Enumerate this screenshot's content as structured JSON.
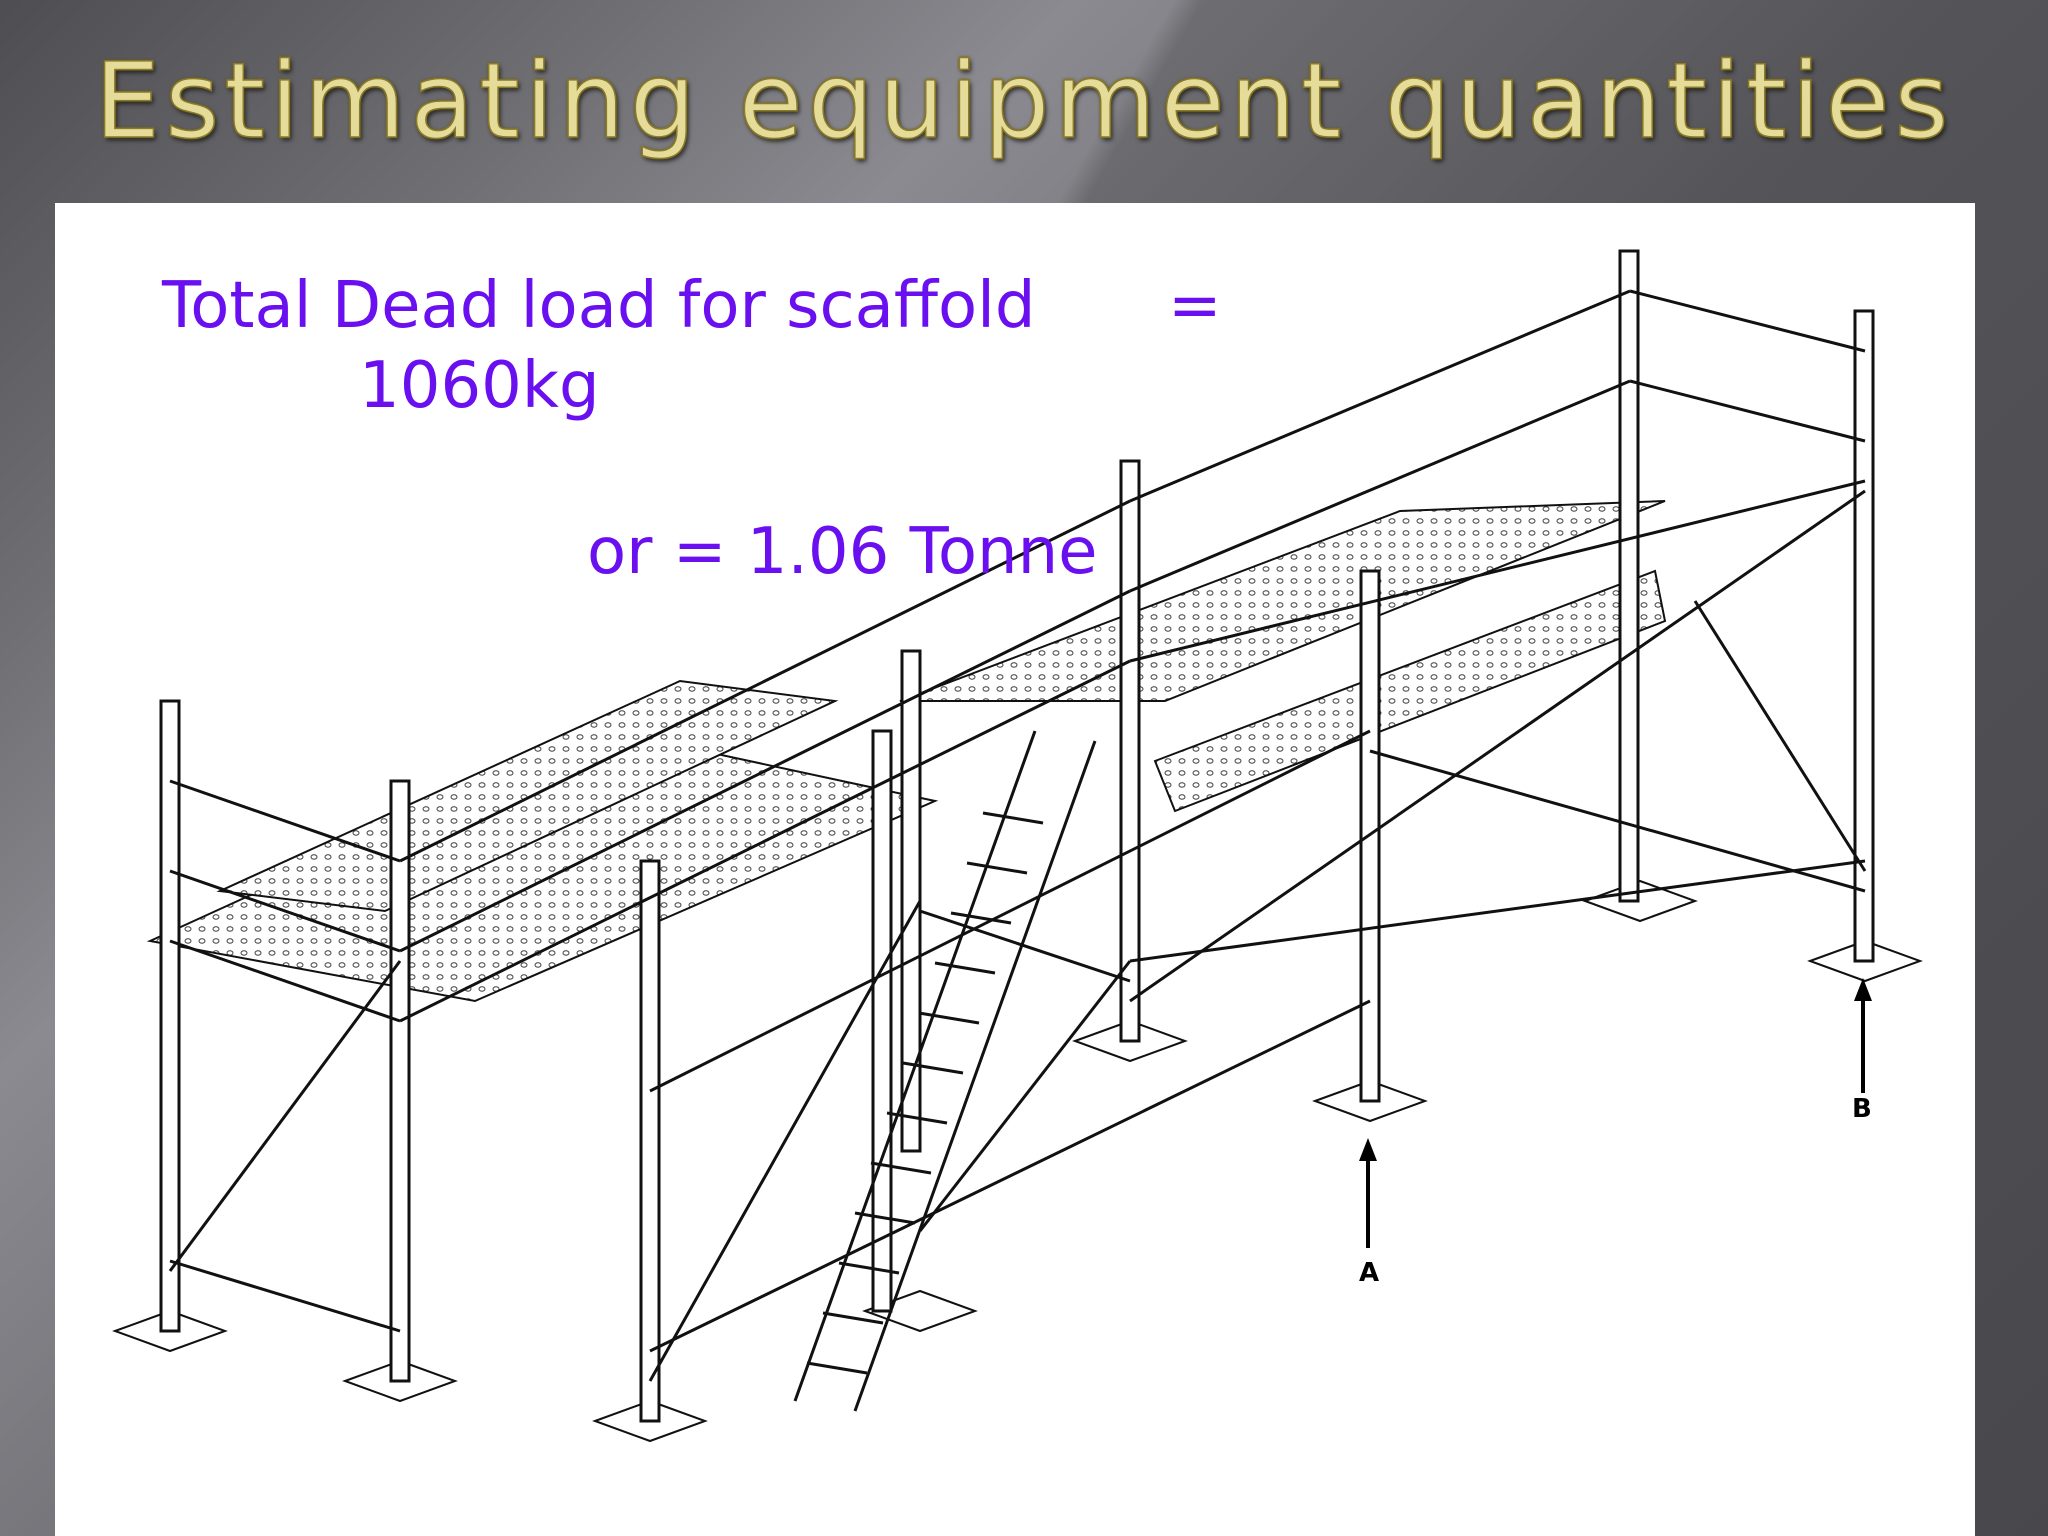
{
  "slide": {
    "title": "Estimating equipment quantities"
  },
  "content": {
    "line1": "Total Dead load for scaffold",
    "equals": "=",
    "line2": "1060kg",
    "line3": "or = 1.06 Tonne"
  },
  "diagram": {
    "support_a": "A",
    "support_b": "B"
  },
  "colors": {
    "text_accent": "#6a0ff0",
    "title": "#e6dc9a"
  }
}
